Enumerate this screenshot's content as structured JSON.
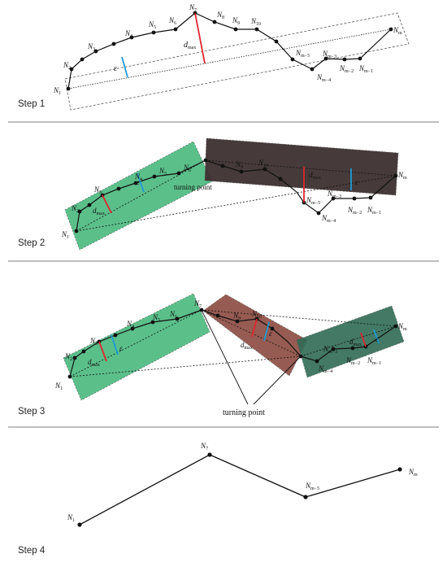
{
  "steps": [
    {
      "label": "Step 1"
    },
    {
      "label": "Step 2"
    },
    {
      "label": "Step 3"
    },
    {
      "label": "Step 4"
    }
  ],
  "symbols": {
    "epsilon": "ε",
    "d": "d",
    "max": "max"
  },
  "annotations": {
    "turning_point": "turning point"
  },
  "nodes": {
    "N1": {
      "base": "N",
      "sub": "1"
    },
    "N2": {
      "base": "N",
      "sub": "2"
    },
    "N3": {
      "base": "N",
      "sub": "3"
    },
    "N4": {
      "base": "N",
      "sub": "4"
    },
    "N5": {
      "base": "N",
      "sub": "5"
    },
    "N6": {
      "base": "N",
      "sub": "6"
    },
    "N7": {
      "base": "N",
      "sub": "7"
    },
    "N8": {
      "base": "N",
      "sub": "8"
    },
    "N9": {
      "base": "N",
      "sub": "9"
    },
    "N10": {
      "base": "N",
      "sub": "10"
    },
    "Nm": {
      "base": "N",
      "sub": "m"
    },
    "Nm1": {
      "base": "N",
      "sub": "m−1"
    },
    "Nm2": {
      "base": "N",
      "sub": "m−2"
    },
    "Nm3": {
      "base": "N",
      "sub": "m−3"
    },
    "Nm4": {
      "base": "N",
      "sub": "m−4"
    },
    "Nm5": {
      "base": "N",
      "sub": "m−5"
    }
  },
  "colors": {
    "green_band": "#5bbf8a",
    "dark_band": "#3d3030",
    "brown_band": "#8b4a40",
    "teal_band": "#2f6b55",
    "dmax_red": "#e0262f",
    "epsilon_blue": "#1e9ad6",
    "line": "#111111",
    "divider": "#555555"
  }
}
